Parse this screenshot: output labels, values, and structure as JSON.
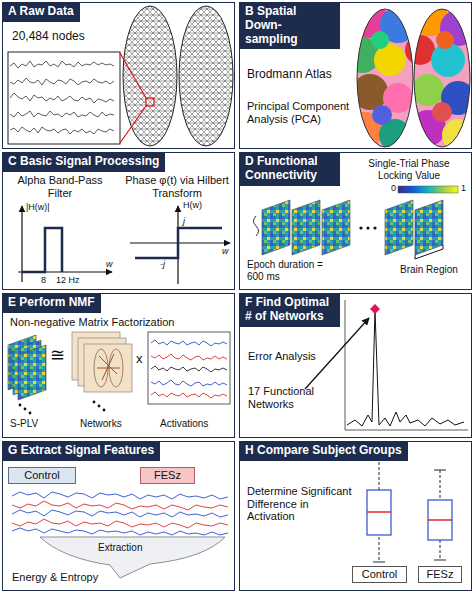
{
  "diagram": {
    "nodes": [
      {
        "text": [
          "A Raw Data",
          "20,484 nodes"
        ]
      },
      {
        "text": [
          "B Spatial Down-sampling",
          "Brodmann Atlas",
          "Principal Component Analysis (PCA)"
        ]
      },
      {
        "text": [
          "C Basic Signal Processing",
          "Alpha Band-Pass Filter",
          "Phase φ(t) via Hilbert Transform",
          "|H(w)|",
          "8",
          "12 Hz",
          "w",
          "H(w)",
          "j",
          "-j",
          "w"
        ]
      },
      {
        "text": [
          "D Functional Connectivity",
          "Single-Trial Phase Locking Value",
          "0",
          "1",
          "Epoch duration = 600 ms",
          "Brain Region"
        ]
      },
      {
        "text": [
          "E Perform NMF",
          "Non-negative Matrix Factorization",
          "≅",
          "x",
          "S-PLV",
          "Networks",
          "Activations"
        ]
      },
      {
        "text": [
          "F Find Optimal # of Networks",
          "Error Analysis",
          "17 Functional Networks"
        ]
      },
      {
        "text": [
          "G Extract Signal Features",
          "Extraction",
          "Energy & Entropy"
        ]
      },
      {
        "text": [
          "Control"
        ],
        "in": 6
      },
      {
        "text": [
          "FESz"
        ],
        "in": 6
      },
      {
        "text": [
          "H Compare Subject Groups",
          "Determine Significant Difference in Activation"
        ]
      },
      {
        "text": [
          "Control"
        ],
        "in": 9
      },
      {
        "text": [
          "FESz"
        ],
        "in": 9
      }
    ]
  }
}
